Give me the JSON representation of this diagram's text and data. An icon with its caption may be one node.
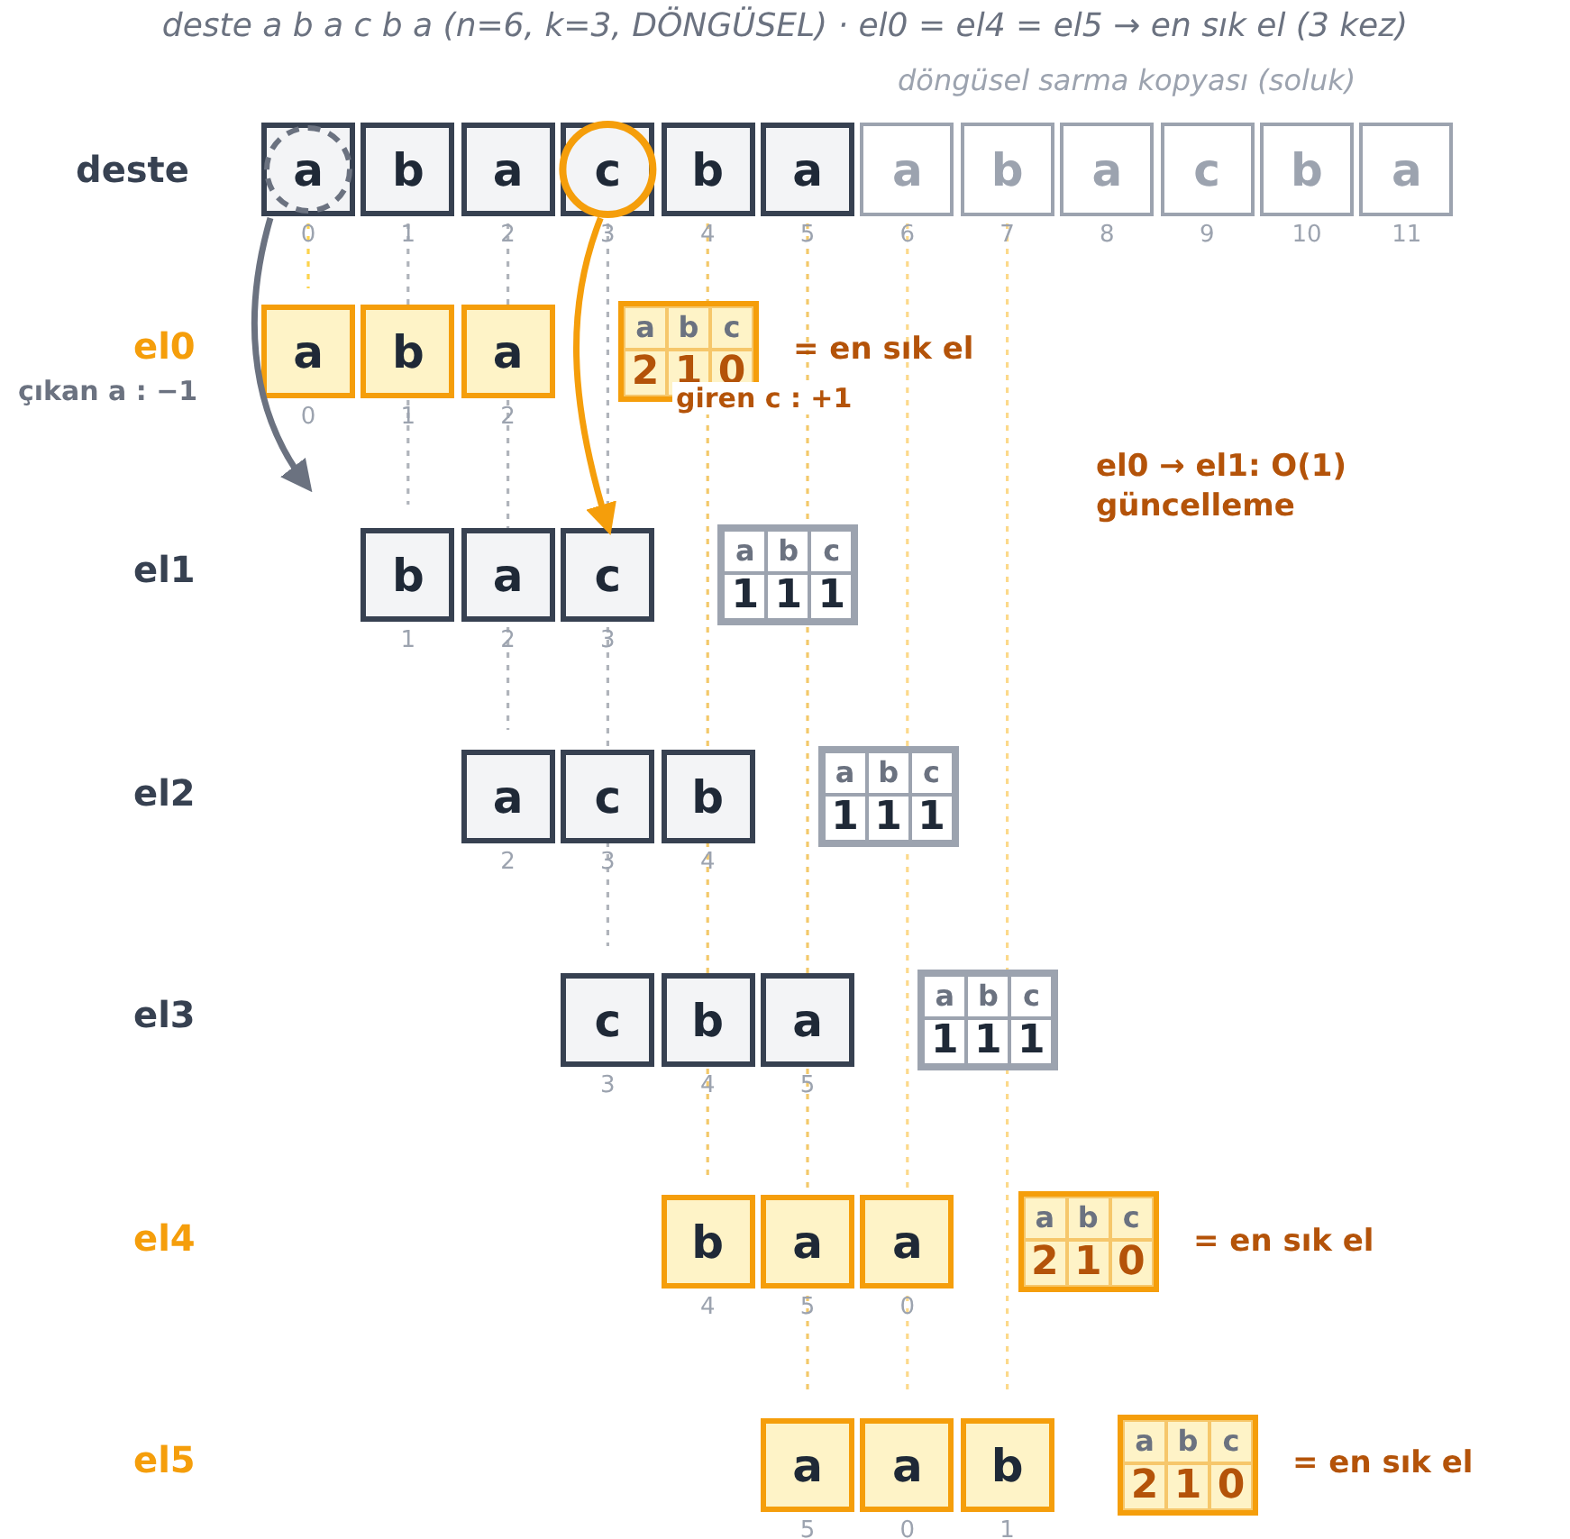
{
  "diagram": {
    "title": "deste a b a c b a (n=6, k=3, DÖNGÜSEL)  ·  el0 = el4 = el5 → en sık el (3 kez)",
    "nodes": [
      {
        "text": [
          "a"
        ],
        "beside": [
          "0"
        ]
      },
      {
        "text": [
          "b"
        ],
        "beside": [
          "1"
        ]
      },
      {
        "text": [
          "a"
        ],
        "beside": [
          "2"
        ]
      },
      {
        "text": [
          "c"
        ],
        "beside": [
          "3"
        ]
      },
      {
        "text": [
          "b"
        ],
        "beside": [
          "4"
        ]
      },
      {
        "text": [
          "a"
        ],
        "beside": [
          "5"
        ]
      },
      {
        "text": [
          "a"
        ],
        "beside": [
          "6"
        ]
      },
      {
        "text": [
          "b"
        ],
        "beside": [
          "7"
        ]
      },
      {
        "text": [
          "a"
        ],
        "beside": [
          "8"
        ]
      },
      {
        "text": [
          "c"
        ],
        "beside": [
          "9"
        ]
      },
      {
        "text": [
          "b"
        ],
        "beside": [
          "10"
        ]
      },
      {
        "text": [
          "a"
        ],
        "beside": [
          "11"
        ]
      },
      {
        "text": [
          "a"
        ],
        "beside": [
          "0"
        ]
      },
      {
        "text": [
          "b"
        ],
        "beside": [
          "1"
        ]
      },
      {
        "text": [
          "a"
        ],
        "beside": [
          "2"
        ]
      },
      {
        "text": [
          "a",
          "b",
          "c",
          "2",
          "1",
          "0"
        ]
      },
      {
        "text": [
          "b"
        ],
        "beside": [
          "1"
        ]
      },
      {
        "text": [
          "a"
        ],
        "beside": [
          "2"
        ]
      },
      {
        "text": [
          "c"
        ],
        "beside": [
          "3"
        ]
      },
      {
        "text": [
          "a",
          "b",
          "c",
          "1",
          "1",
          "1"
        ]
      },
      {
        "text": [
          "a"
        ],
        "beside": [
          "2"
        ]
      },
      {
        "text": [
          "c"
        ],
        "beside": [
          "3"
        ]
      },
      {
        "text": [
          "b"
        ],
        "beside": [
          "4"
        ]
      },
      {
        "text": [
          "a",
          "b",
          "c",
          "1",
          "1",
          "1"
        ]
      },
      {
        "text": [
          "c"
        ],
        "beside": [
          "3"
        ]
      },
      {
        "text": [
          "b"
        ],
        "beside": [
          "4"
        ]
      },
      {
        "text": [
          "a"
        ],
        "beside": [
          "5"
        ]
      },
      {
        "text": [
          "a",
          "b",
          "c",
          "1",
          "1",
          "1"
        ]
      },
      {
        "text": [
          "b"
        ],
        "beside": [
          "4"
        ]
      },
      {
        "text": [
          "a"
        ],
        "beside": [
          "5"
        ]
      },
      {
        "text": [
          "a"
        ],
        "beside": [
          "0"
        ]
      },
      {
        "text": [
          "a",
          "b",
          "c",
          "2",
          "1",
          "0"
        ]
      },
      {
        "text": [
          "a"
        ],
        "beside": [
          "5"
        ]
      },
      {
        "text": [
          "a"
        ],
        "beside": [
          "0"
        ]
      },
      {
        "text": [
          "b"
        ],
        "beside": [
          "1"
        ]
      },
      {
        "text": [
          "a",
          "b",
          "c",
          "2",
          "1",
          "0"
        ]
      }
    ],
    "edges": [
      {
        "from": 0,
        "to": null,
        "arrow": "to",
        "label": "çıkan  a : −1"
      },
      {
        "from": 3,
        "to": 18,
        "arrow": "to",
        "label": "giren  c : +1",
        "color": "#f59e0b"
      }
    ],
    "labels": [
      "döngüsel sarma kopyası (soluk)",
      "deste",
      "el0",
      "= en sık el",
      "el0 → el1: O(1) güncelleme",
      "el1",
      "el2",
      "el3",
      "el4",
      "= en sık el",
      "el5",
      "= en sık el"
    ]
  }
}
